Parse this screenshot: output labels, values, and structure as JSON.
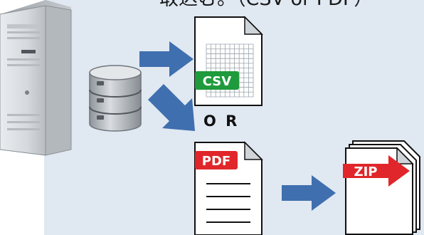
{
  "caption": "取込む。（CSV or PDF）",
  "or_label": "O R",
  "badges": {
    "csv": "CSV",
    "pdf": "PDF",
    "zip": "ZIP"
  },
  "colors": {
    "panel": "#e0e8f2",
    "arrow": "#3f6fae",
    "csv_badge": "#1f9a3c",
    "pdf_badge": "#e0262a",
    "zip_badge": "#e0262a"
  },
  "icons": [
    "server-icon",
    "database-icon",
    "csv-file-icon",
    "pdf-file-icon",
    "zip-archive-icon",
    "arrow-right-icon",
    "arrow-down-right-icon"
  ]
}
